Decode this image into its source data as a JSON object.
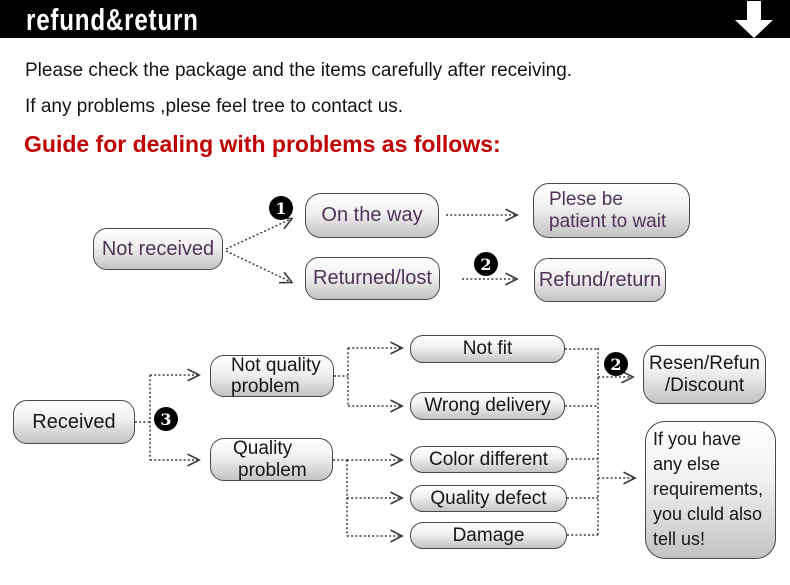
{
  "colors": {
    "banner_bg": "#000000",
    "banner_text": "#ffffff",
    "heading_red": "#c00000",
    "flow1_text_purple": "#4e3459",
    "flow2_text_black": "#161616",
    "box_border": "#4a4a4a",
    "arrow_gray": "#3d3d3d"
  },
  "banner": {
    "title": "refund&return",
    "icon": "down-arrow-icon"
  },
  "intro": {
    "line1": "Please check the package and the items carefully after receiving.",
    "line2": "If any problems ,plese feel tree to contact us.",
    "heading": "Guide for dealing with problems as follows:"
  },
  "flow1": {
    "not_received": {
      "label": "Not received"
    },
    "badge_1": "1",
    "on_the_way": {
      "label": "On the way"
    },
    "returned_lost": {
      "label": "Returned/lost"
    },
    "badge_2": "2",
    "patient_wait": {
      "lines": [
        "Plese be",
        "patient to wait"
      ]
    },
    "refund_return": {
      "label": "Refund/return"
    }
  },
  "flow2": {
    "received": {
      "label": "Received"
    },
    "badge_3": "3",
    "not_quality_problem": {
      "lines": [
        "Not quality",
        "problem"
      ]
    },
    "quality_problem": {
      "lines": [
        "Quality",
        "problem"
      ]
    },
    "not_fit": {
      "label": "Not fit"
    },
    "wrong_delivery": {
      "label": "Wrong delivery"
    },
    "color_different": {
      "label": "Color different"
    },
    "quality_defect": {
      "label": "Quality defect"
    },
    "damage": {
      "label": "Damage"
    },
    "badge_2": "2",
    "resen_refund": {
      "lines": [
        "Resen/Refun",
        "/Discount"
      ]
    },
    "more_requirements": {
      "lines": [
        "If you have",
        "any else",
        "requirements,",
        "you cluld also",
        "tell us!"
      ]
    }
  }
}
